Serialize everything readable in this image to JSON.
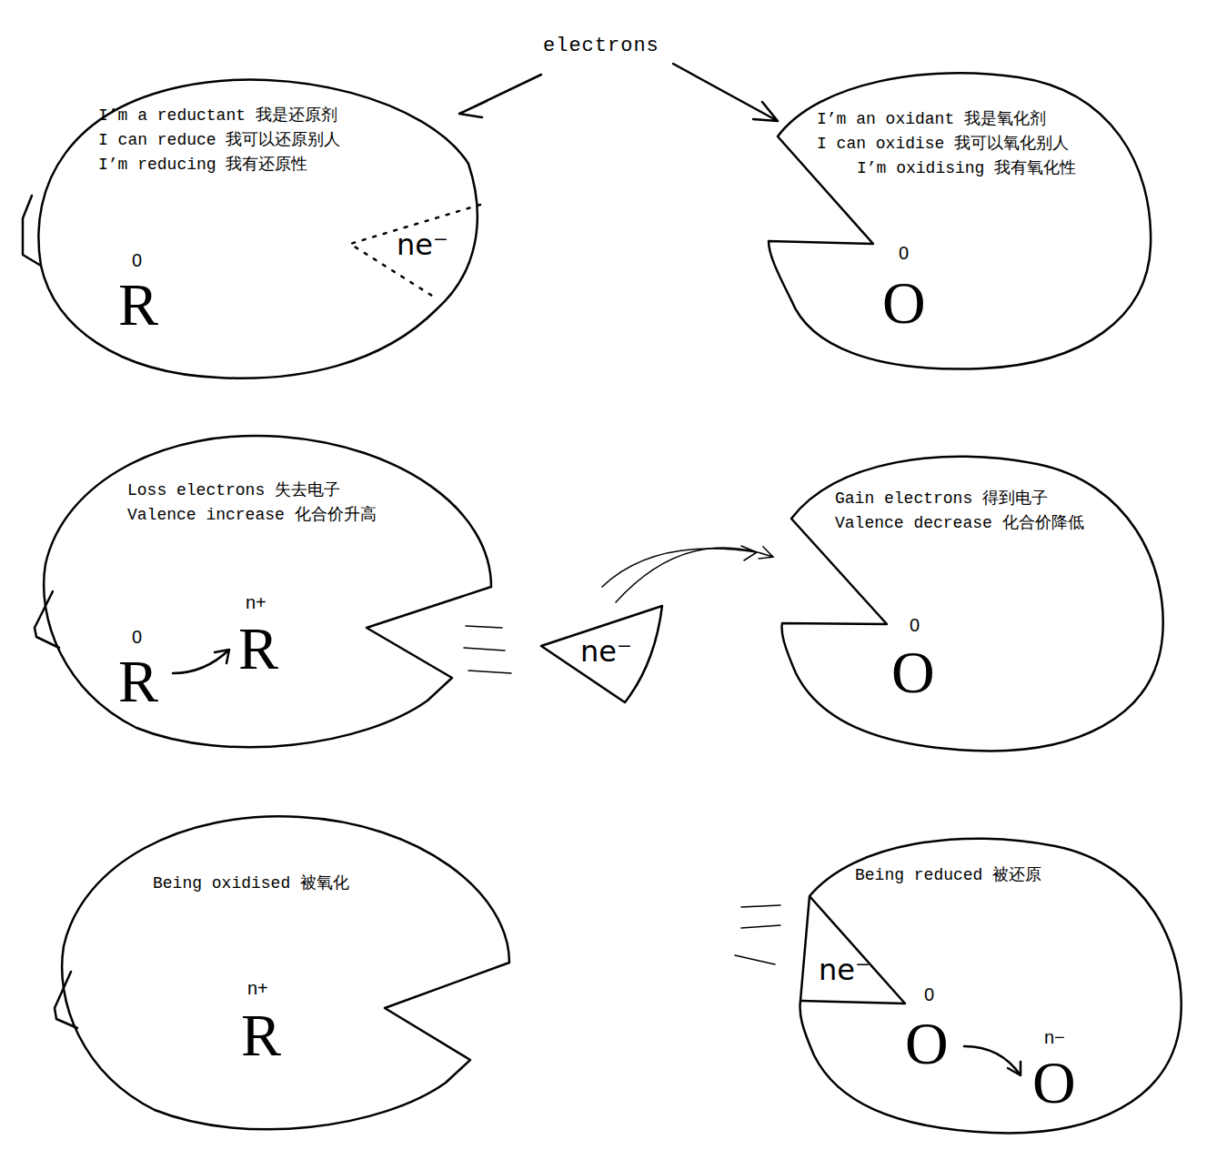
{
  "diagram": {
    "nodes": [
      {
        "text": [
          "I’m a reductant 我是还原剂",
          "I can reduce 我可以还原别人",
          "I’m reducing 我有还原性",
          "0",
          "R"
        ]
      },
      {
        "text": [
          "ne⁻"
        ],
        "in": 0
      },
      {
        "text": [
          "I’m an oxidant 我是氧化剂",
          "I can oxidise 我可以氧化别人",
          "I’m oxidising 我有氧化性",
          "0",
          "O"
        ]
      },
      {
        "text": [
          "Loss electrons 失去电子",
          "Valence increase 化合价升高",
          "0",
          "R",
          "n+",
          "R"
        ]
      },
      {
        "text": [
          "ne⁻"
        ]
      },
      {
        "text": [
          "Gain electrons 得到电子",
          "Valence decrease 化合价降低",
          "0",
          "O"
        ]
      },
      {
        "text": [
          "Being oxidised 被氧化",
          "n+",
          "R"
        ]
      },
      {
        "text": [
          "Being reduced 被还原",
          "0",
          "O",
          "n−",
          "O"
        ]
      },
      {
        "text": [
          "ne⁻"
        ],
        "in": 7
      }
    ],
    "edges": [
      {
        "from": 4,
        "to": 5,
        "arrow": "to"
      }
    ],
    "labels": [
      "electrons"
    ]
  }
}
